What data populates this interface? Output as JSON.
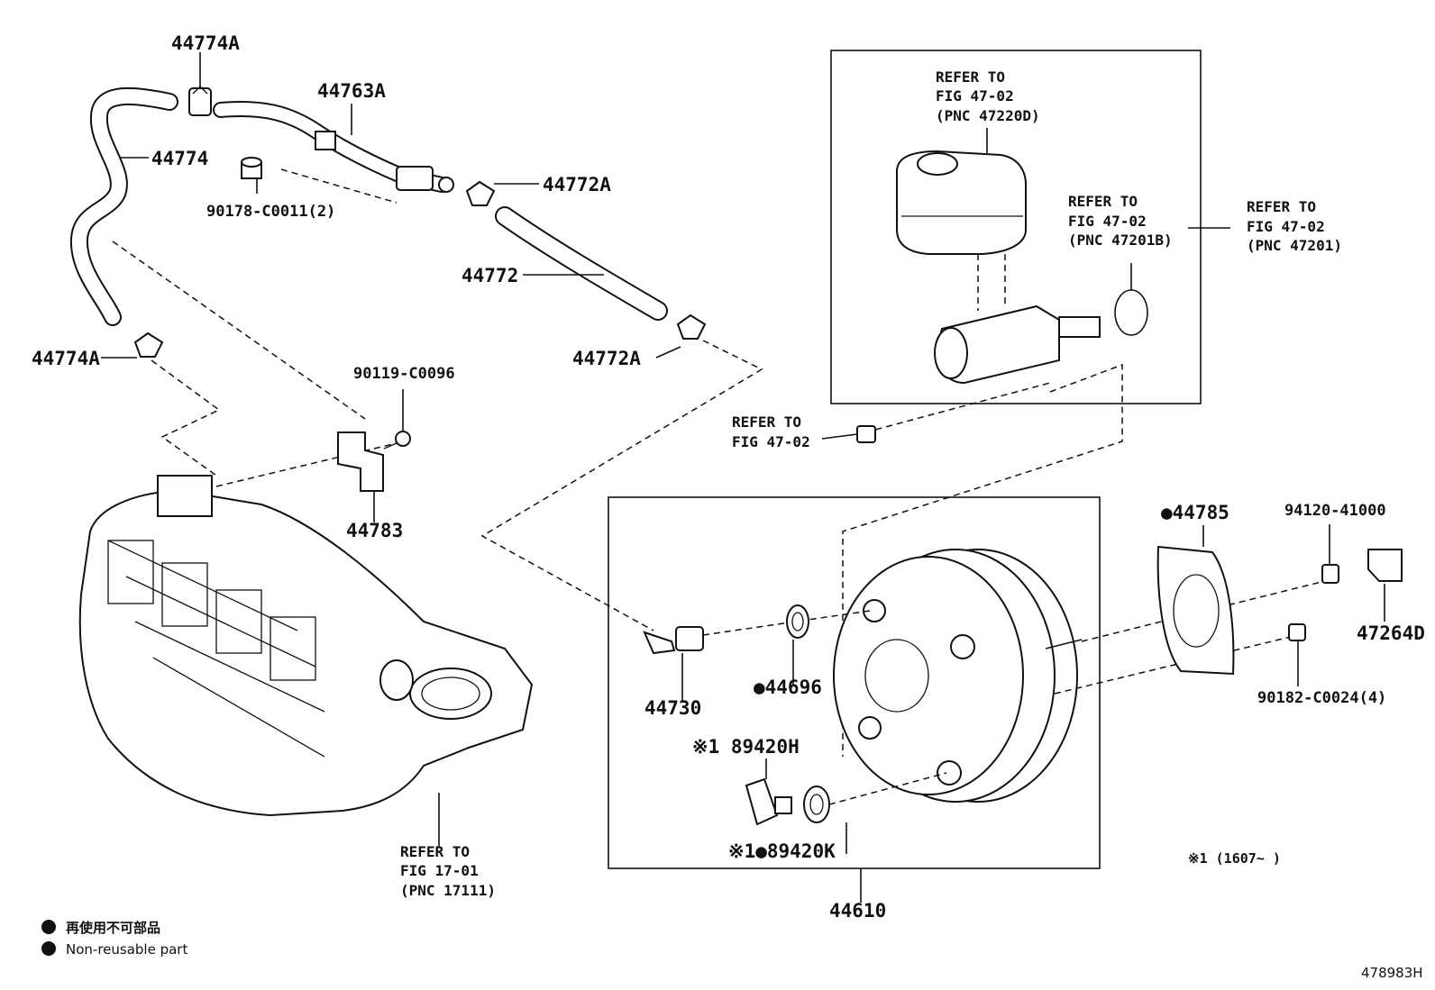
{
  "diagram": {
    "parts": {
      "p44774A_top": "44774A",
      "p44763A": "44763A",
      "p44774": "44774",
      "p90178": "90178-C0011(2)",
      "p44772A_top": "44772A",
      "p44772": "44772",
      "p44774A_left": "44774A",
      "p44772A_mid": "44772A",
      "p90119": "90119-C0096",
      "p44783": "44783",
      "p44785": "●44785",
      "p94120": "94120-41000",
      "p47264D": "47264D",
      "p90182": "90182-C0024(4)",
      "p44730": "44730",
      "p44696": "●44696",
      "p89420H": "※1 89420H",
      "p89420K": "※1●89420K",
      "p44610": "44610"
    },
    "refs": {
      "ref_47220D": [
        "REFER TO",
        "FIG 47-02",
        "(PNC 47220D)"
      ],
      "ref_47201B": [
        "REFER TO",
        "FIG 47-02",
        "(PNC 47201B)"
      ],
      "ref_47201": [
        "REFER TO",
        "FIG 47-02",
        "(PNC 47201)"
      ],
      "ref_fig4702": [
        "REFER TO",
        "FIG 47-02"
      ],
      "ref_17111": [
        "REFER TO",
        "FIG 17-01",
        "(PNC 17111)"
      ]
    },
    "note": "※1 (1607~      )",
    "legend": {
      "jp": "再使用不可部品",
      "en": "Non-reusable part"
    },
    "figure_id": "478983H"
  }
}
